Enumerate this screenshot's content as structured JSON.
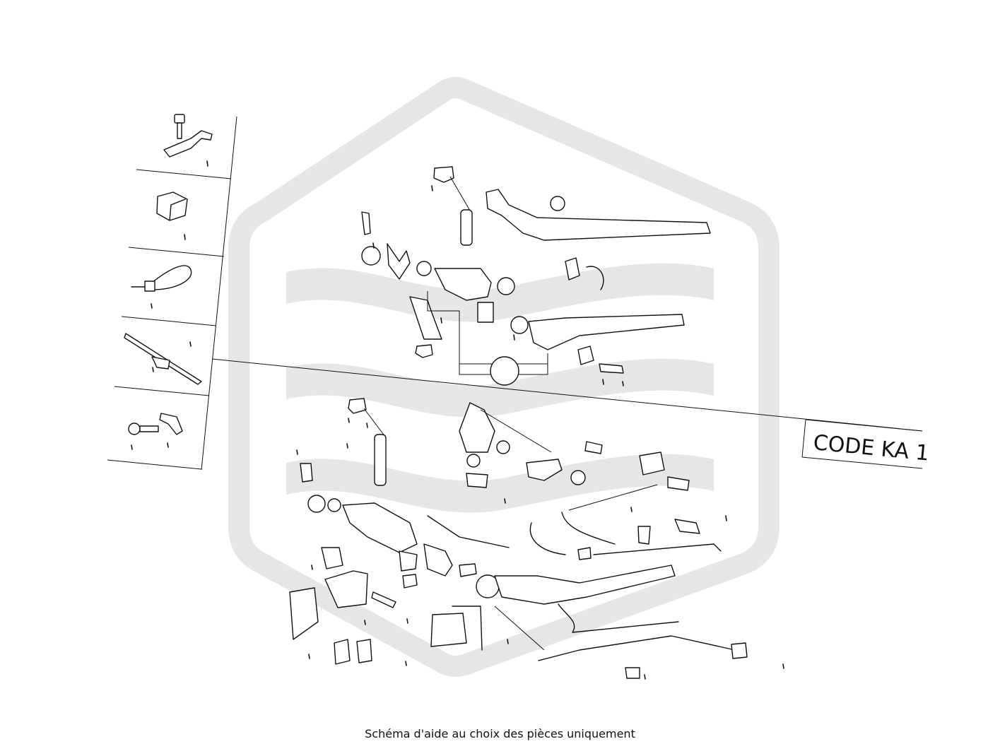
{
  "diagram": {
    "code_label": "CODE KA 1",
    "caption": "Schéma d'aide au choix des pièces uniquement",
    "watermark": "hexagon-wave-logo",
    "watermark_color": "#e6e6e6",
    "line_color": "#111111"
  }
}
